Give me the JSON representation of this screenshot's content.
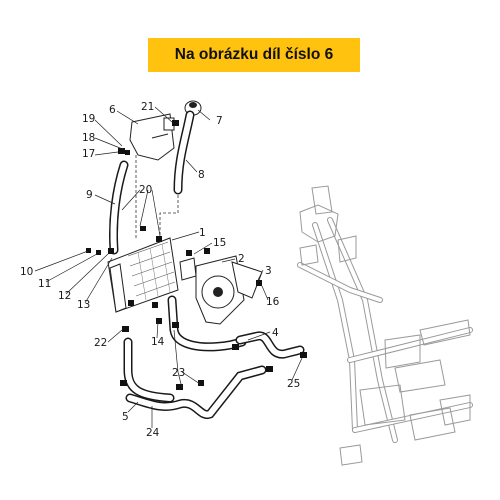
{
  "banner": {
    "text": "Na obrázku díl číslo 6",
    "background": "#ffc20e"
  },
  "callouts": [
    {
      "id": "c1",
      "label": "1"
    },
    {
      "id": "c2",
      "label": "2"
    },
    {
      "id": "c3",
      "label": "3"
    },
    {
      "id": "c4",
      "label": "4"
    },
    {
      "id": "c5",
      "label": "5"
    },
    {
      "id": "c6",
      "label": "6"
    },
    {
      "id": "c7",
      "label": "7"
    },
    {
      "id": "c8",
      "label": "8"
    },
    {
      "id": "c9",
      "label": "9"
    },
    {
      "id": "c10",
      "label": "10"
    },
    {
      "id": "c11",
      "label": "11"
    },
    {
      "id": "c12",
      "label": "12"
    },
    {
      "id": "c13",
      "label": "13"
    },
    {
      "id": "c14",
      "label": "14"
    },
    {
      "id": "c15",
      "label": "15"
    },
    {
      "id": "c16",
      "label": "16"
    },
    {
      "id": "c17",
      "label": "17"
    },
    {
      "id": "c18",
      "label": "18"
    },
    {
      "id": "c19",
      "label": "19"
    },
    {
      "id": "c20",
      "label": "20"
    },
    {
      "id": "c21",
      "label": "21"
    },
    {
      "id": "c22",
      "label": "22"
    },
    {
      "id": "c23",
      "label": "23"
    },
    {
      "id": "c24",
      "label": "24"
    },
    {
      "id": "c25",
      "label": "25"
    }
  ]
}
